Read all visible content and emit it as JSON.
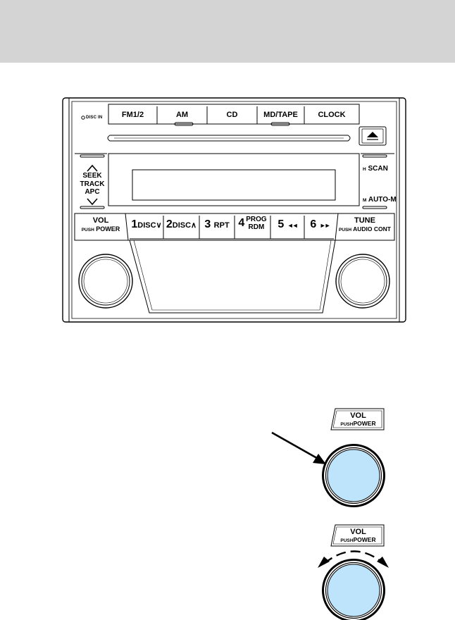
{
  "radio": {
    "disc_in_label": "DISC IN",
    "top_buttons": [
      "FM1/2",
      "AM",
      "CD",
      "MD/TAPE",
      "CLOCK"
    ],
    "eject_symbol": "▲",
    "seek": {
      "line1": "SEEK",
      "line2": "TRACK",
      "line3": "APC"
    },
    "scan": {
      "prefix": "H",
      "label": "SCAN"
    },
    "auto_m": {
      "prefix": "M",
      "label": "AUTO-M"
    },
    "vol": {
      "label": "VOL",
      "push": "PUSH",
      "power": "POWER"
    },
    "tune": {
      "label": "TUNE",
      "push": "PUSH",
      "audio": "AUDIO CONT"
    },
    "presets": [
      {
        "num": "1",
        "label": "DISC∨"
      },
      {
        "num": "2",
        "label": "DISC∧"
      },
      {
        "num": "3",
        "label": "RPT"
      },
      {
        "num": "4",
        "label_top": "PROG",
        "label_bottom": "RDM"
      },
      {
        "num": "5",
        "label": "◄◄"
      },
      {
        "num": "6",
        "label": "►►"
      }
    ]
  },
  "inset1": {
    "vol": "VOL",
    "push": "PUSH",
    "power": "POWER",
    "knob_color": "#bde4fb"
  },
  "inset2": {
    "vol": "VOL",
    "push": "PUSH",
    "power": "POWER",
    "knob_color": "#bde4fb"
  }
}
